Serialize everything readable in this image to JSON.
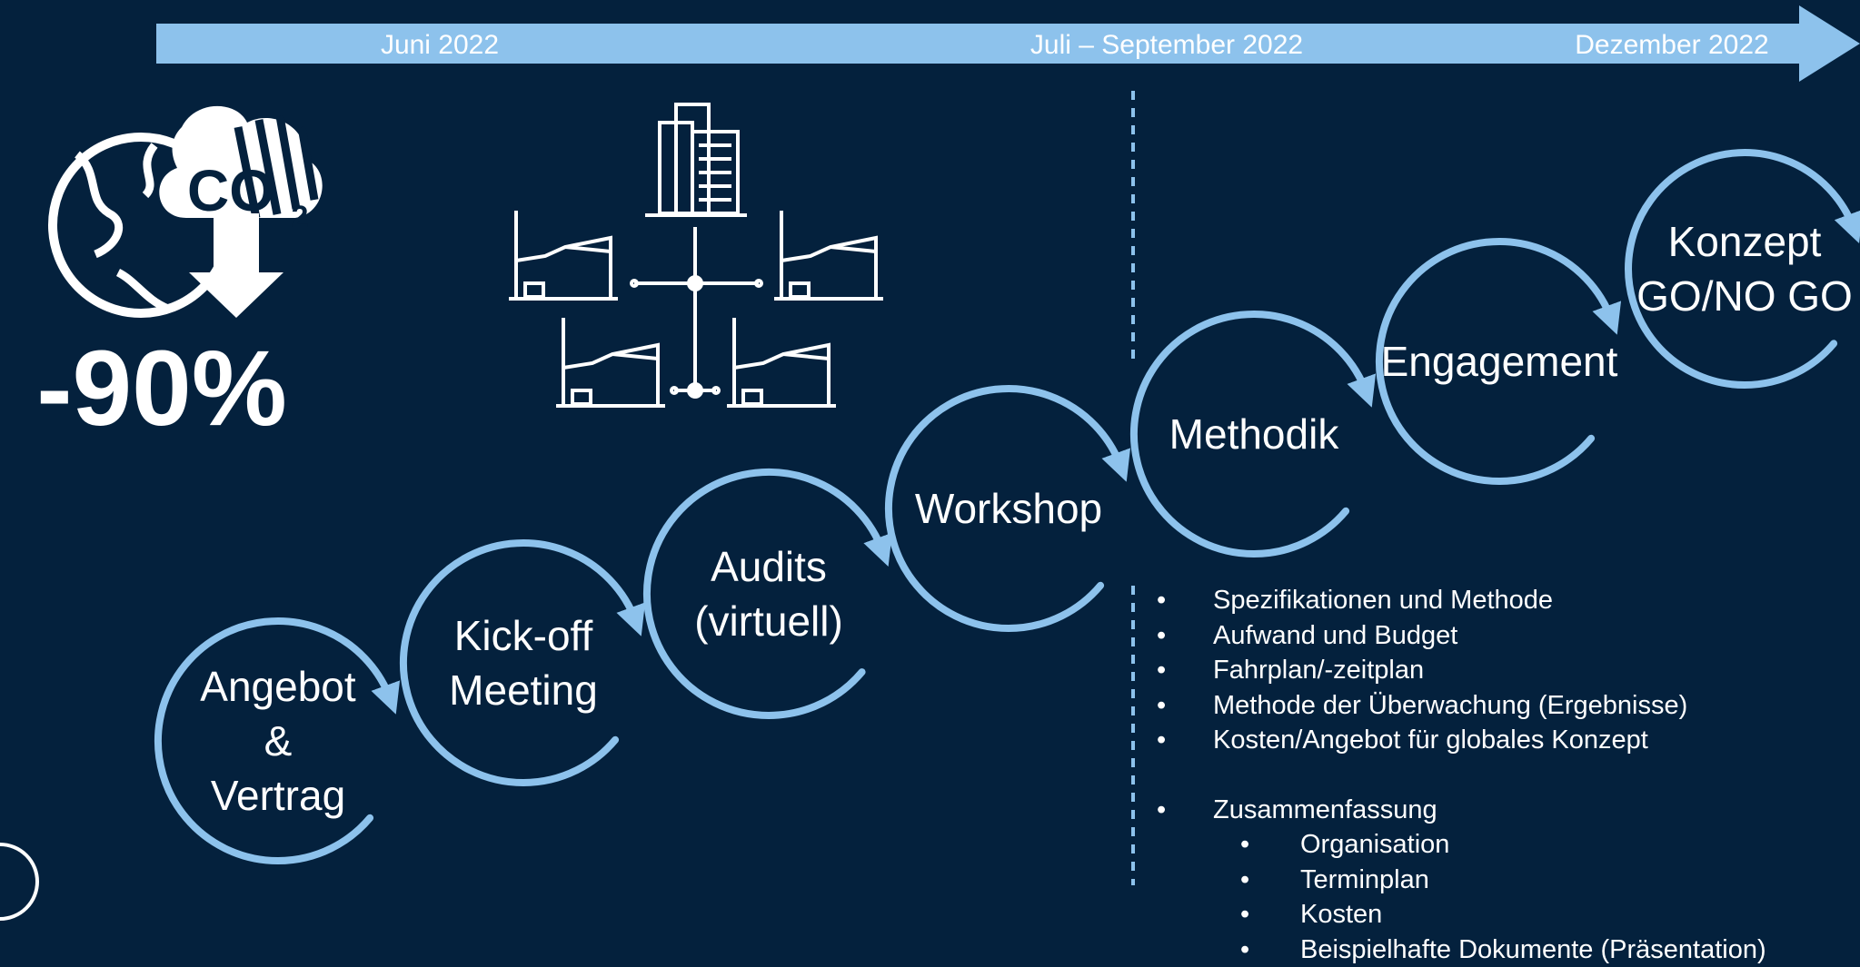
{
  "timeline": {
    "labels": [
      "Juni 2022",
      "Juli – September 2022",
      "Dezember 2022"
    ],
    "color": "#8dc2ec"
  },
  "co2_badge": {
    "icon": "globe-co2-cloud-icon",
    "co2_text": "CO",
    "subscript": "2",
    "reduction": "-90%"
  },
  "network_icon": "buildings-network-icon",
  "steps": [
    {
      "lines": [
        "Angebot",
        "&",
        "Vertrag"
      ]
    },
    {
      "lines": [
        "Kick-off",
        "Meeting"
      ]
    },
    {
      "lines": [
        "Audits",
        "(virtuell)"
      ]
    },
    {
      "lines": [
        "Workshop"
      ]
    },
    {
      "lines": [
        "Methodik"
      ]
    },
    {
      "lines": [
        "Engagement"
      ]
    },
    {
      "lines": [
        "Konzept",
        "GO/NO GO"
      ]
    }
  ],
  "methodik_details": {
    "items": [
      "Spezifikationen und Methode",
      "Aufwand und Budget",
      "Fahrplan/-zeitplan",
      "Methode der Überwachung (Ergebnisse)",
      "Kosten/Angebot für globales Konzept"
    ],
    "summary": {
      "label": "Zusammenfassung",
      "subitems": [
        "Organisation",
        "Terminplan",
        "Kosten",
        "Beispielhafte Dokumente (Präsentation)"
      ]
    }
  },
  "colors": {
    "background": "#04213d",
    "accent": "#8dc2ec",
    "text": "#ffffff"
  }
}
